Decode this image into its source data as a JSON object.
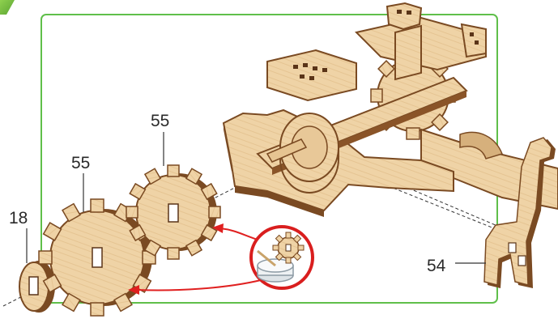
{
  "callouts": {
    "part_18": "18",
    "part_55_front": "55",
    "part_55_back": "55",
    "part_54": "54"
  },
  "colors": {
    "frame_border": "#5fbf4a",
    "corner_accent": "#7ac143",
    "plywood_face": "#efd3a6",
    "plywood_edge": "#7a4a22",
    "arrow": "#e02020",
    "detail_ring": "#d91e1e",
    "glue_pot": "#eef1f3"
  },
  "icons": [
    "gear-icon",
    "glue-pot-icon",
    "brush-icon",
    "arrow-icon"
  ]
}
